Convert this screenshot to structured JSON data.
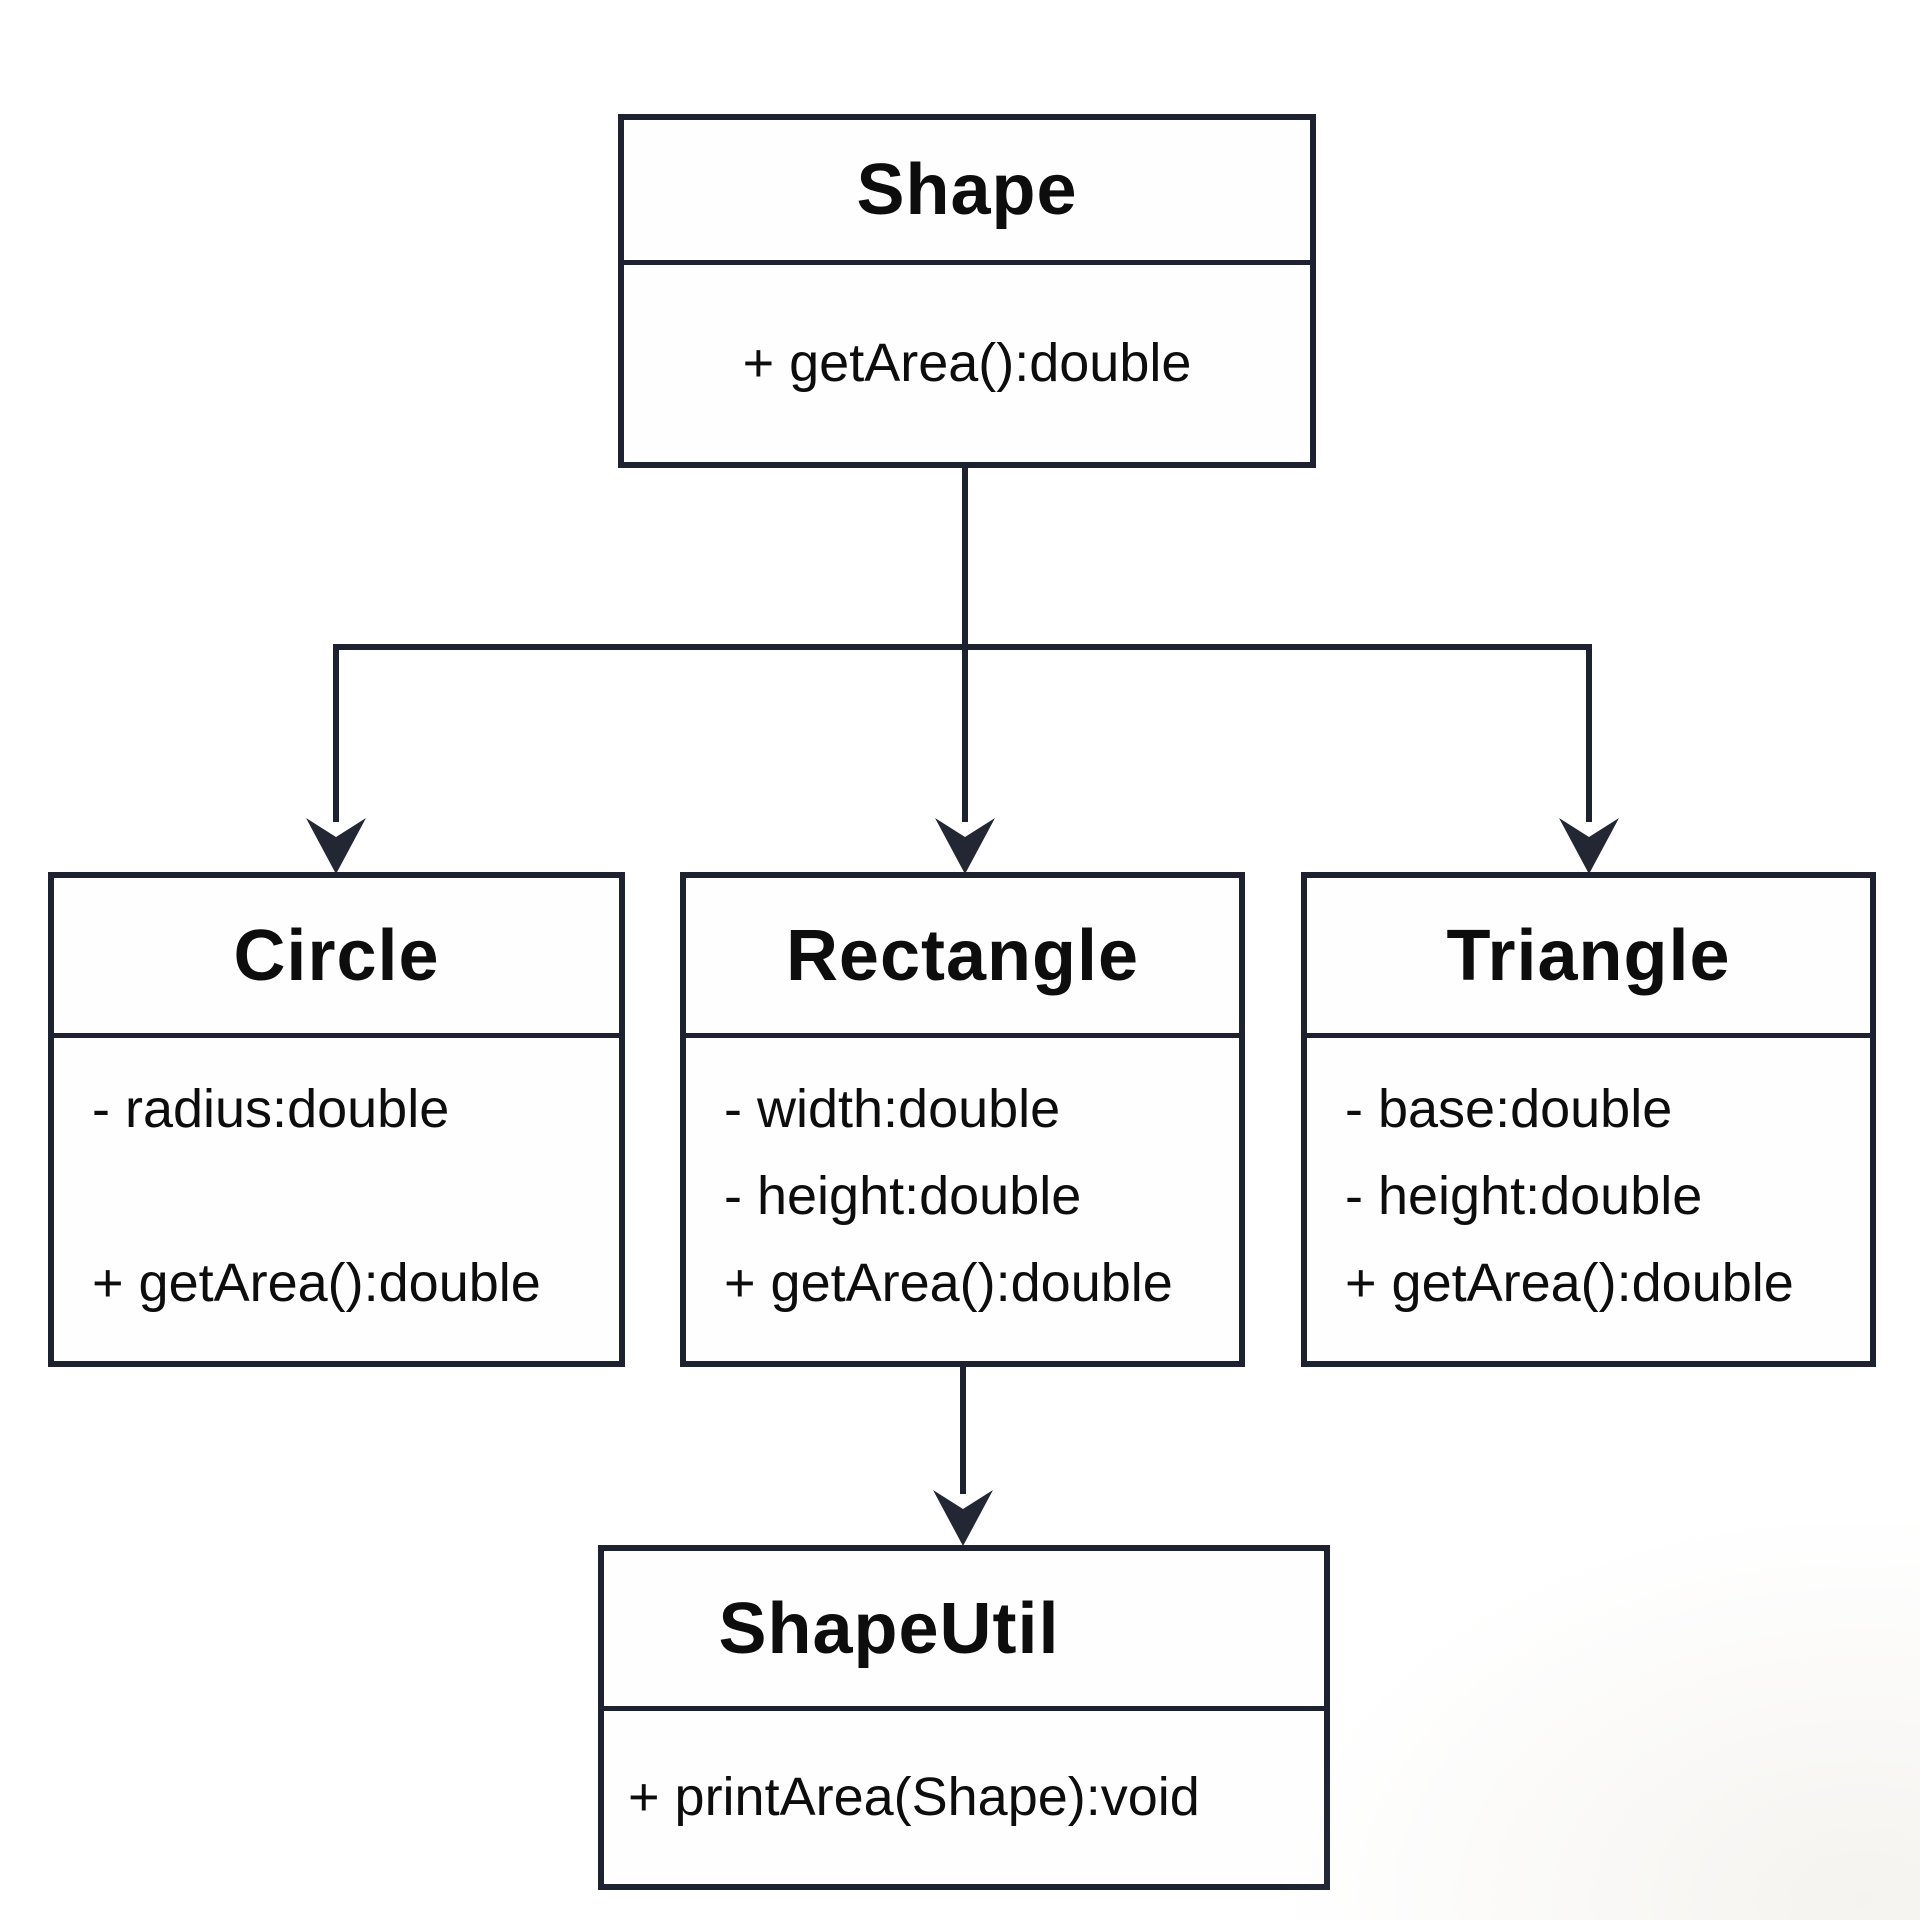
{
  "diagram_type": "uml-class-diagram",
  "colors": {
    "line": "#1e2230",
    "text": "#0d0d0d",
    "background": "#ffffff"
  },
  "classes": {
    "shape": {
      "name": "Shape",
      "methods": [
        "+ getArea():double"
      ]
    },
    "circle": {
      "name": "Circle",
      "attributes": [
        "- radius:double"
      ],
      "methods": [
        "+ getArea():double"
      ]
    },
    "rectangle": {
      "name": "Rectangle",
      "attributes": [
        "- width:double",
        "- height:double"
      ],
      "methods": [
        "+ getArea():double"
      ]
    },
    "triangle": {
      "name": "Triangle",
      "attributes": [
        "- base:double",
        "- height:double"
      ],
      "methods": [
        "+ getArea():double"
      ]
    },
    "shapeutil": {
      "name": "ShapeUtil",
      "methods": [
        "+ printArea(Shape):void"
      ]
    }
  },
  "relations": [
    {
      "from": "Shape",
      "to": "Circle",
      "kind": "solid-arrow"
    },
    {
      "from": "Shape",
      "to": "Rectangle",
      "kind": "solid-arrow"
    },
    {
      "from": "Shape",
      "to": "Triangle",
      "kind": "solid-arrow"
    },
    {
      "from": "Rectangle",
      "to": "ShapeUtil",
      "kind": "solid-arrow"
    }
  ]
}
